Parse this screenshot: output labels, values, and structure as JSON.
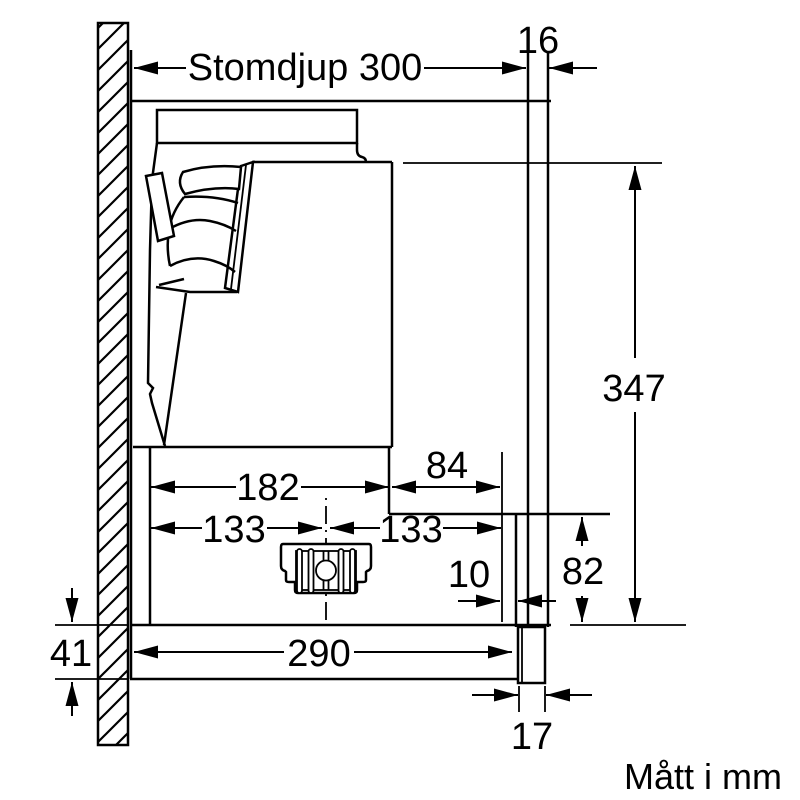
{
  "drawing": {
    "note": "Mått i mm",
    "dims": {
      "depth": "Stomdjup 300",
      "front_panel_16": "16",
      "height_347": "347",
      "rear_84": "84",
      "duct_182": "182",
      "center_left_133": "133",
      "center_right_133": "133",
      "lower_82": "82",
      "gap_10": "10",
      "bottom_41": "41",
      "total_290": "290",
      "door_17": "17"
    },
    "colors": {
      "line": "#000000",
      "background": "#ffffff"
    }
  }
}
